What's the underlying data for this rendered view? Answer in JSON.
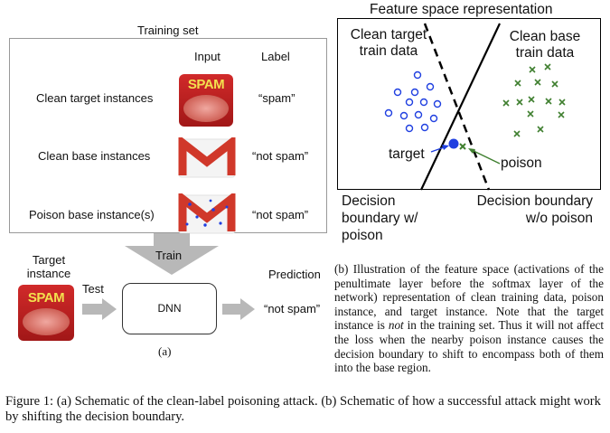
{
  "panel_a": {
    "training_set_title": "Training set",
    "col_input": "Input",
    "col_label": "Label",
    "rows": [
      {
        "name": "Clean target instances",
        "label": "“spam”"
      },
      {
        "name": "Clean base instances",
        "label": "“not spam”"
      },
      {
        "name": "Poison base instance(s)",
        "label": "“not spam”"
      }
    ],
    "spam_logo_text": "SPAM",
    "train_label": "Train",
    "test_label": "Test",
    "target_instance_label": "Target instance",
    "dnn_label": "DNN",
    "prediction_label": "Prediction",
    "prediction_value": "“not spam”",
    "sub_caption": "(a)"
  },
  "panel_b": {
    "title": "Feature space representation",
    "clean_target_label": "Clean target train data",
    "clean_base_label": "Clean base train data",
    "target_label": "target",
    "poison_label": "poison",
    "boundary_with_poison": "Decision boundary w/ poison",
    "boundary_without_poison": "Decision boundary w/o poison",
    "caption_prefix": "(b) Illustration of the feature space (activations of the penultimate layer before the softmax layer of the network) representation of clean training data, poison instance, and target instance. Note that the target instance is ",
    "caption_emph": "not",
    "caption_suffix": " in the training set. Thus it will not affect the loss when the nearby poison instance causes the decision boundary to shift to encompass both of them into the base region."
  },
  "figure_caption": "Figure 1: (a) Schematic of the clean-label poisoning attack. (b) Schematic of how a successful attack might work by shifting the decision boundary.",
  "colors": {
    "target_class": "#1f3fe0",
    "base_class": "#3f7f2f",
    "gmail_red": "#d0382a",
    "arrow_gray": "#b8b8b8"
  }
}
